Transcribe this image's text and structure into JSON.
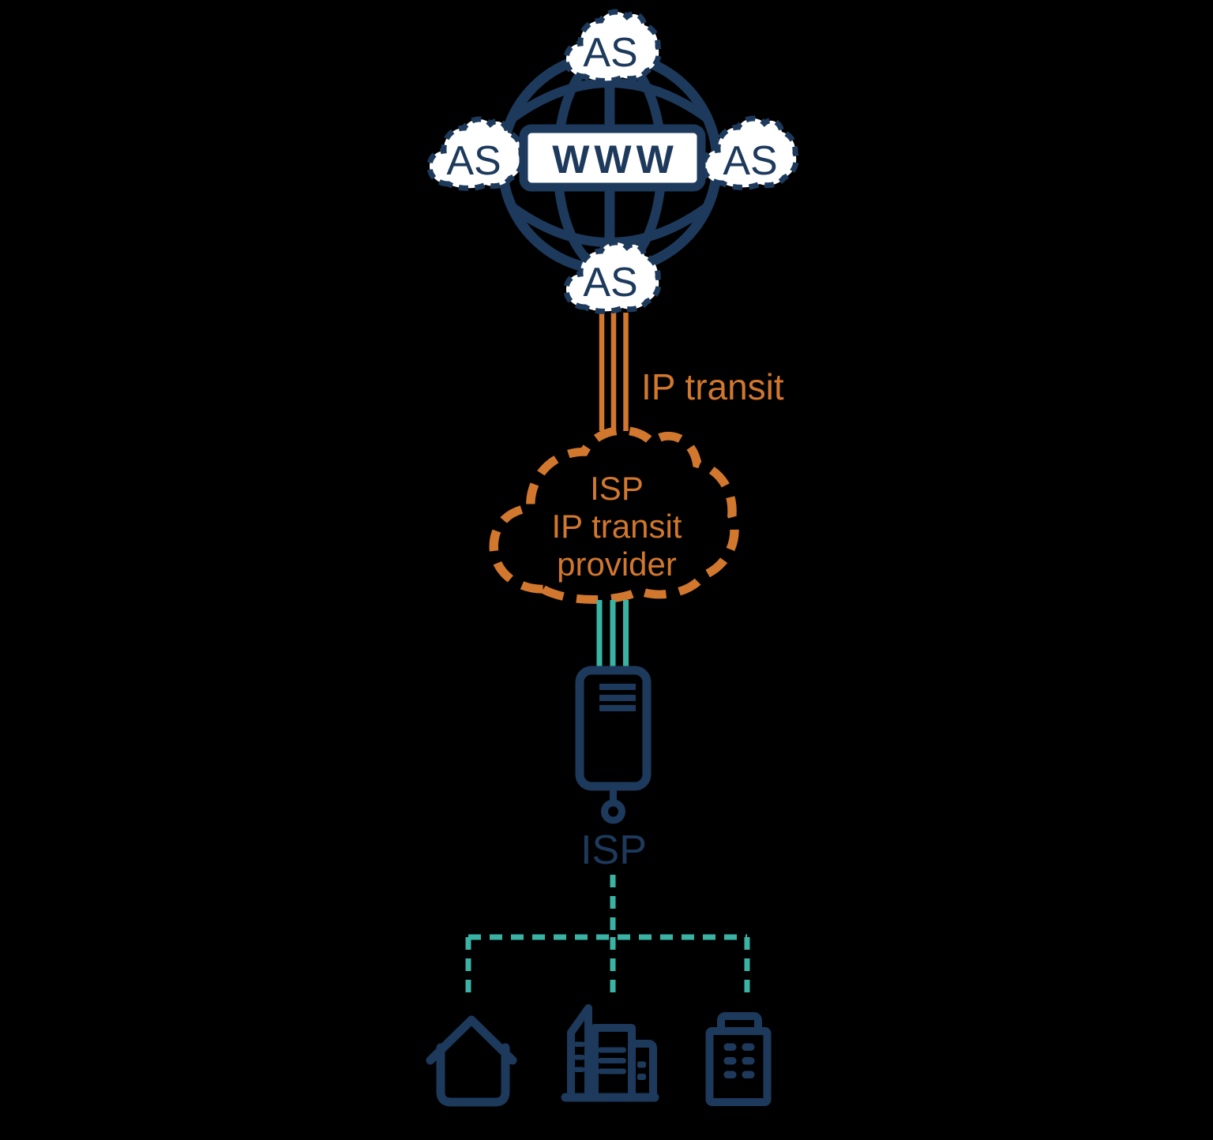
{
  "colors": {
    "navy": "#1d3a5c",
    "orange": "#d1772e",
    "teal": "#3ab3a5",
    "white": "#ffffff",
    "background": "#000000"
  },
  "internet_core": {
    "icon": "globe-www-icon",
    "www_label": "WWW",
    "as_clouds": [
      {
        "position": "top",
        "label": "AS"
      },
      {
        "position": "left",
        "label": "AS"
      },
      {
        "position": "right",
        "label": "AS"
      },
      {
        "position": "bottom",
        "label": "AS"
      }
    ]
  },
  "transit_link": {
    "label": "IP transit",
    "line_count": 3
  },
  "transit_provider_cloud": {
    "lines": [
      "ISP",
      "IP transit",
      "provider"
    ]
  },
  "isp_node": {
    "icon": "server-icon",
    "label": "ISP"
  },
  "subscribers": {
    "icons": [
      "house-icon",
      "office-building-icon",
      "apartment-building-icon"
    ]
  }
}
